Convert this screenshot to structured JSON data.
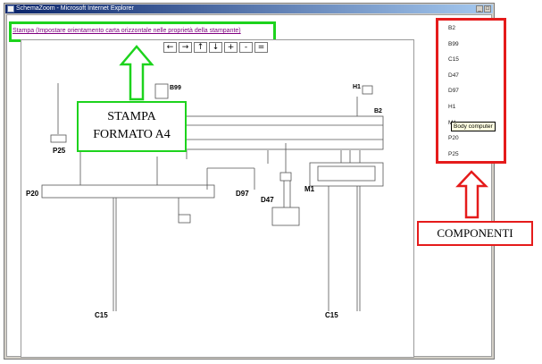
{
  "window": {
    "title": "SchemaZoom - Microsoft Internet Explorer",
    "controls": [
      "_",
      "□"
    ]
  },
  "print_link": "Stampa (Impostare orientamento carta orizzontale nelle proprietà della stampante)",
  "zoom_toolbar": [
    "←",
    "→",
    "↑",
    "↓",
    "+",
    "-",
    "="
  ],
  "callouts": {
    "print_format": [
      "STAMPA",
      "FORMATO A4"
    ],
    "components": "COMPONENTI"
  },
  "components_panel": {
    "items": [
      "B2",
      "B99",
      "C15",
      "D47",
      "D97",
      "H1",
      "M1",
      "P20",
      "P25"
    ],
    "tooltip": "Body computer"
  },
  "diagram": {
    "labels": {
      "b99": "B99",
      "h1": "H1",
      "b2": "B2",
      "p25": "P25",
      "p20": "P20",
      "d97": "D97",
      "d47": "D47",
      "m1": "M1",
      "c15_left": "C15",
      "c15_right": "C15"
    }
  },
  "colors": {
    "green_frame": "#1dd31d",
    "red_frame": "#e51b1b",
    "title_bar": "#0a246a"
  }
}
